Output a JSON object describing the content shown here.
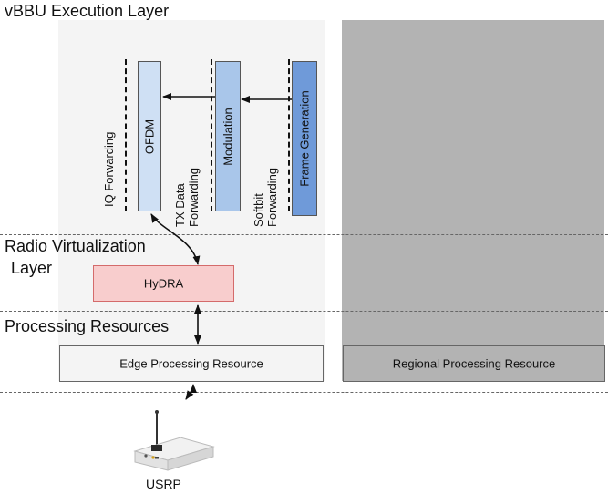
{
  "layers": {
    "vbbu_title": "vBBU Execution Layer",
    "radio_title_line1": "Radio Virtualization",
    "radio_title_line2": "Layer",
    "processing_title": "Processing Resources"
  },
  "vbbu": {
    "blocks": {
      "ofdm": "OFDM",
      "modulation": "Modulation",
      "frame_generation": "Frame Generation"
    },
    "forwarding": {
      "iq": "IQ Forwarding",
      "tx_line1": "TX Data",
      "tx_line2": "Forwarding",
      "softbit_line1": "Softbit",
      "softbit_line2": "Forwarding"
    }
  },
  "hydra": {
    "label": "HyDRA"
  },
  "resources": {
    "edge": "Edge Processing Resource",
    "regional": "Regional Processing Resource"
  },
  "device": {
    "label": "USRP"
  },
  "colors": {
    "edge_panel_bg": "#f4f4f4",
    "regional_panel_bg": "#b3b3b3",
    "ofdm_fill": "#cfe0f4",
    "modulation_fill": "#a9c6ea",
    "frame_fill": "#6f9ad9",
    "hydra_fill": "#f8cdcd",
    "hydra_border": "#d46b6b"
  }
}
